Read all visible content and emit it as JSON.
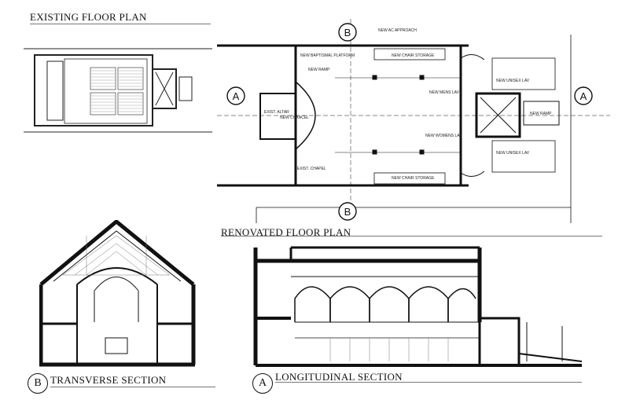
{
  "titles": {
    "existing": "EXISTING FLOOR PLAN",
    "renovated": "RENOVATED FLOOR PLAN",
    "transverse": "TRANSVERSE SECTION",
    "longitudinal": "LONGITUDINAL SECTION"
  },
  "markers": {
    "transverse": "B",
    "longitudinal": "A"
  },
  "plan_labels": {
    "ac_approach": "NEW AC APPROACH",
    "baptismal": "NEW BAPTISMAL PLATFORM",
    "ramp_west": "NEW RAMP",
    "chair_storage_n": "NEW CHAIR STORAGE",
    "chair_storage_s": "NEW CHAIR STORAGE",
    "mens_lav": "NEW MENS LAV",
    "womens_lav": "NEW WOMENS LAV",
    "unisex_n": "NEW UNISEX LAV",
    "unisex_s": "NEW UNISEX LAV",
    "ramp_east": "NEW RAMP",
    "chancel": "NEW CHANCEL",
    "altar": "EXIST. ALTAR",
    "chapel": "EXIST. CHAPEL"
  },
  "colors": {
    "ink": "#111111",
    "line": "#333333",
    "hatch": "#888888"
  }
}
